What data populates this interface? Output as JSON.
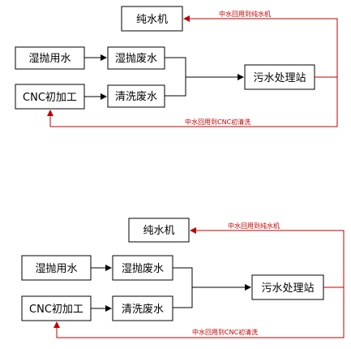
{
  "colors": {
    "box_border": "#000000",
    "flow_line": "#000000",
    "recycle_line": "#c00000",
    "recycle_text": "#c00000"
  },
  "diagrams": [
    {
      "nodes": {
        "pure_water": "纯水机",
        "wet_polish_water": "湿抛用水",
        "cnc_machining": "CNC初加工",
        "wet_polish_waste": "湿抛废水",
        "cleaning_waste": "清洗废水",
        "treatment_station": "污水处理站"
      },
      "labels": {
        "reuse_to_pure": "中水回用到纯水机",
        "reuse_to_cnc": "中水回用到CNC初清洗"
      }
    },
    {
      "nodes": {
        "pure_water": "纯水机",
        "wet_polish_water": "湿抛用水",
        "cnc_machining": "CNC初加工",
        "wet_polish_waste": "湿抛废水",
        "cleaning_waste": "清洗废水",
        "treatment_station": "污水处理站"
      },
      "labels": {
        "reuse_to_pure": "中水回用到纯水机",
        "reuse_to_cnc": "中水回用到CNC初清洗"
      }
    }
  ]
}
